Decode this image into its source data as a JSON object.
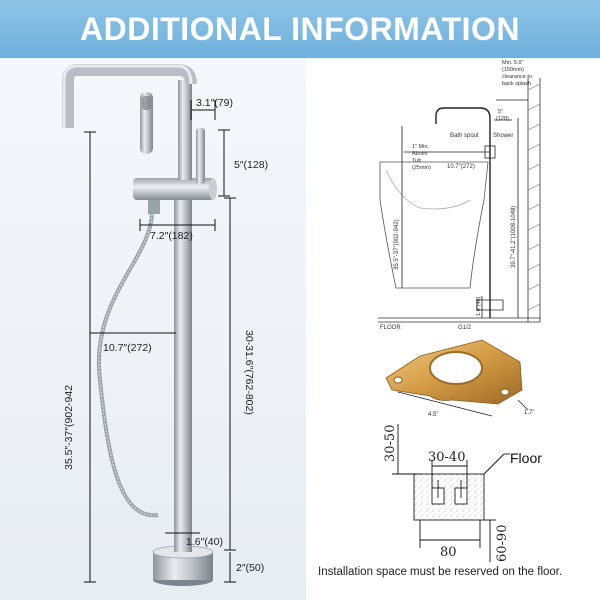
{
  "banner": {
    "title": "ADDITIONAL INFORMATION"
  },
  "faucet_dimensions": {
    "spout_reach": "3.1″(79)",
    "valve_to_spout": "5″(128)",
    "handle_reach": "7.2″(182)",
    "hose_offset": "10.7″(272)",
    "total_height": "35.5″-37″(902-942",
    "column_height": "30-31.6″(762-802)",
    "column_diameter": "1.6″(40)",
    "base_height": "2″(50)"
  },
  "install_diagram": {
    "clearance_note": [
      "Min. 5.9\"",
      "(150mm)",
      "clearance to",
      "back splash"
    ],
    "shower_offset": [
      "5\"",
      "(128)"
    ],
    "bath_spout": "Bath spout",
    "shower": "Shower",
    "above_tub": [
      "1\" Min.",
      "Above",
      "Tub",
      "(25mm)"
    ],
    "spout_reach": "10.7\"(272)",
    "left_height": "35.5\"-37\"(902-942)",
    "right_height": "39.7\"-41.2\"(1008-1048)",
    "bottom_offset": "1.6\"(40)",
    "floor": "FLOOR",
    "thread": "G1/2"
  },
  "bracket": {
    "width": "4.5\"",
    "depth": "1.7\""
  },
  "floor_section": {
    "left_dim": "30-50",
    "top_dim": "30-40",
    "floor": "Floor",
    "bottom_dim": "80",
    "right_dim": "60-90"
  },
  "note": "Installation space must be reserved on the floor.",
  "colors": {
    "banner": "#7fbbe2",
    "brass": "#d9a64e",
    "chrome": "#b9bfc5"
  }
}
